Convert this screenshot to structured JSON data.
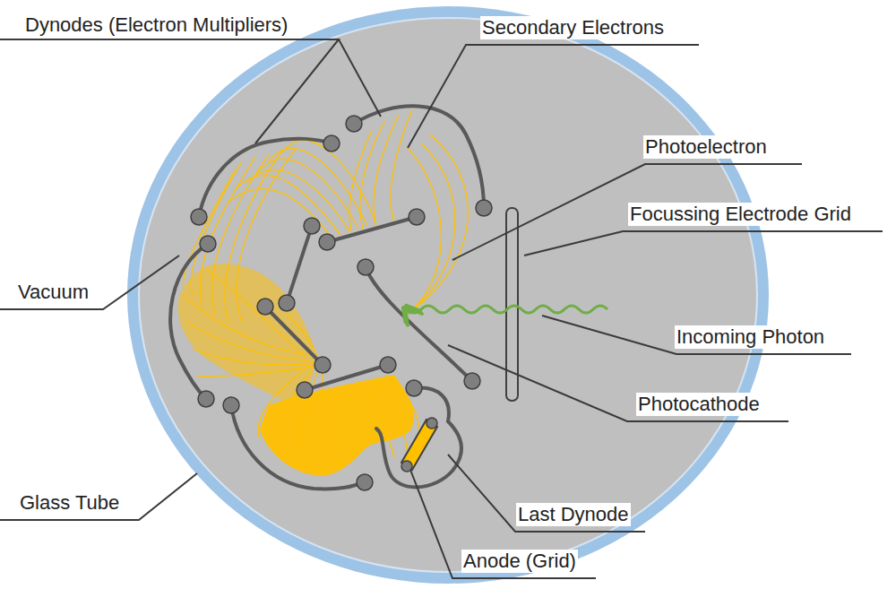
{
  "diagram": {
    "labels": [
      "Dynodes (Electron Multipliers)",
      "Secondary Electrons",
      "Photoelectron",
      "Focussing Electrode Grid",
      "Vacuum",
      "Incoming Photon",
      "Photocathode",
      "Glass Tube",
      "Last Dynode",
      "Anode (Grid)"
    ]
  }
}
